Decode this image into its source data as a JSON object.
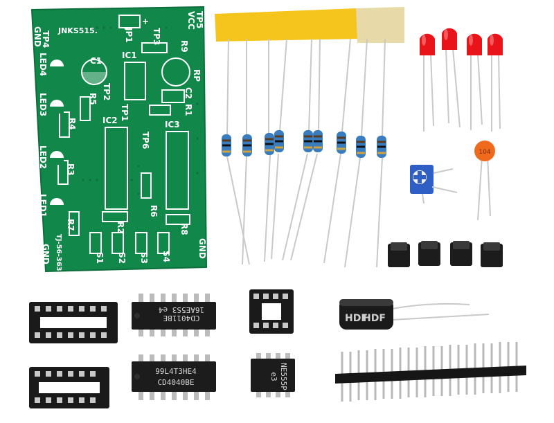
{
  "photo": {
    "pcb": {
      "maker_mark": "JNKS515.",
      "part_number": "TJ-56-363",
      "labels": {
        "gnd_top": "GND",
        "gnd_bottom": "GND",
        "gnd_left_bottom": "GND",
        "tp4": "TP4",
        "tp5": "TP5",
        "vcc": "VCC",
        "jp1": "JP1",
        "tp3": "TP3",
        "r9": "R9",
        "rp": "RP",
        "c1": "C1",
        "ic1": "IC1",
        "tp2": "TP2",
        "c2": "C2",
        "r1": "R1",
        "r5": "R5",
        "r4": "R4",
        "tp1": "TP1",
        "ic2": "IC2",
        "ic3": "IC3",
        "tp6": "TP6",
        "led4": "LED4",
        "led3": "LED3",
        "led2": "LED2",
        "led1": "LED1",
        "r3": "R3",
        "r7": "R7",
        "r2": "R2",
        "r6": "R6",
        "r8": "R8",
        "s1": "S1",
        "s2": "S2",
        "s3": "S3",
        "s4": "S4",
        "plus": "+"
      }
    },
    "capacitor_ceramic_code": "104",
    "electrolytic_marking": "HDF",
    "chips": {
      "top": {
        "line1": "CD4011BE",
        "line2": "16AE5S3 e4"
      },
      "bottom": {
        "line1": "99L4T3HE4",
        "line2": "CD4040BE"
      },
      "small": {
        "line1": "NE555P",
        "line2": "e3"
      }
    },
    "colors": {
      "pcb_green": "#12874a",
      "led_red": "#e8141a",
      "tape_yellow": "#f5c51d",
      "ic_black": "#1c1c1c"
    }
  }
}
